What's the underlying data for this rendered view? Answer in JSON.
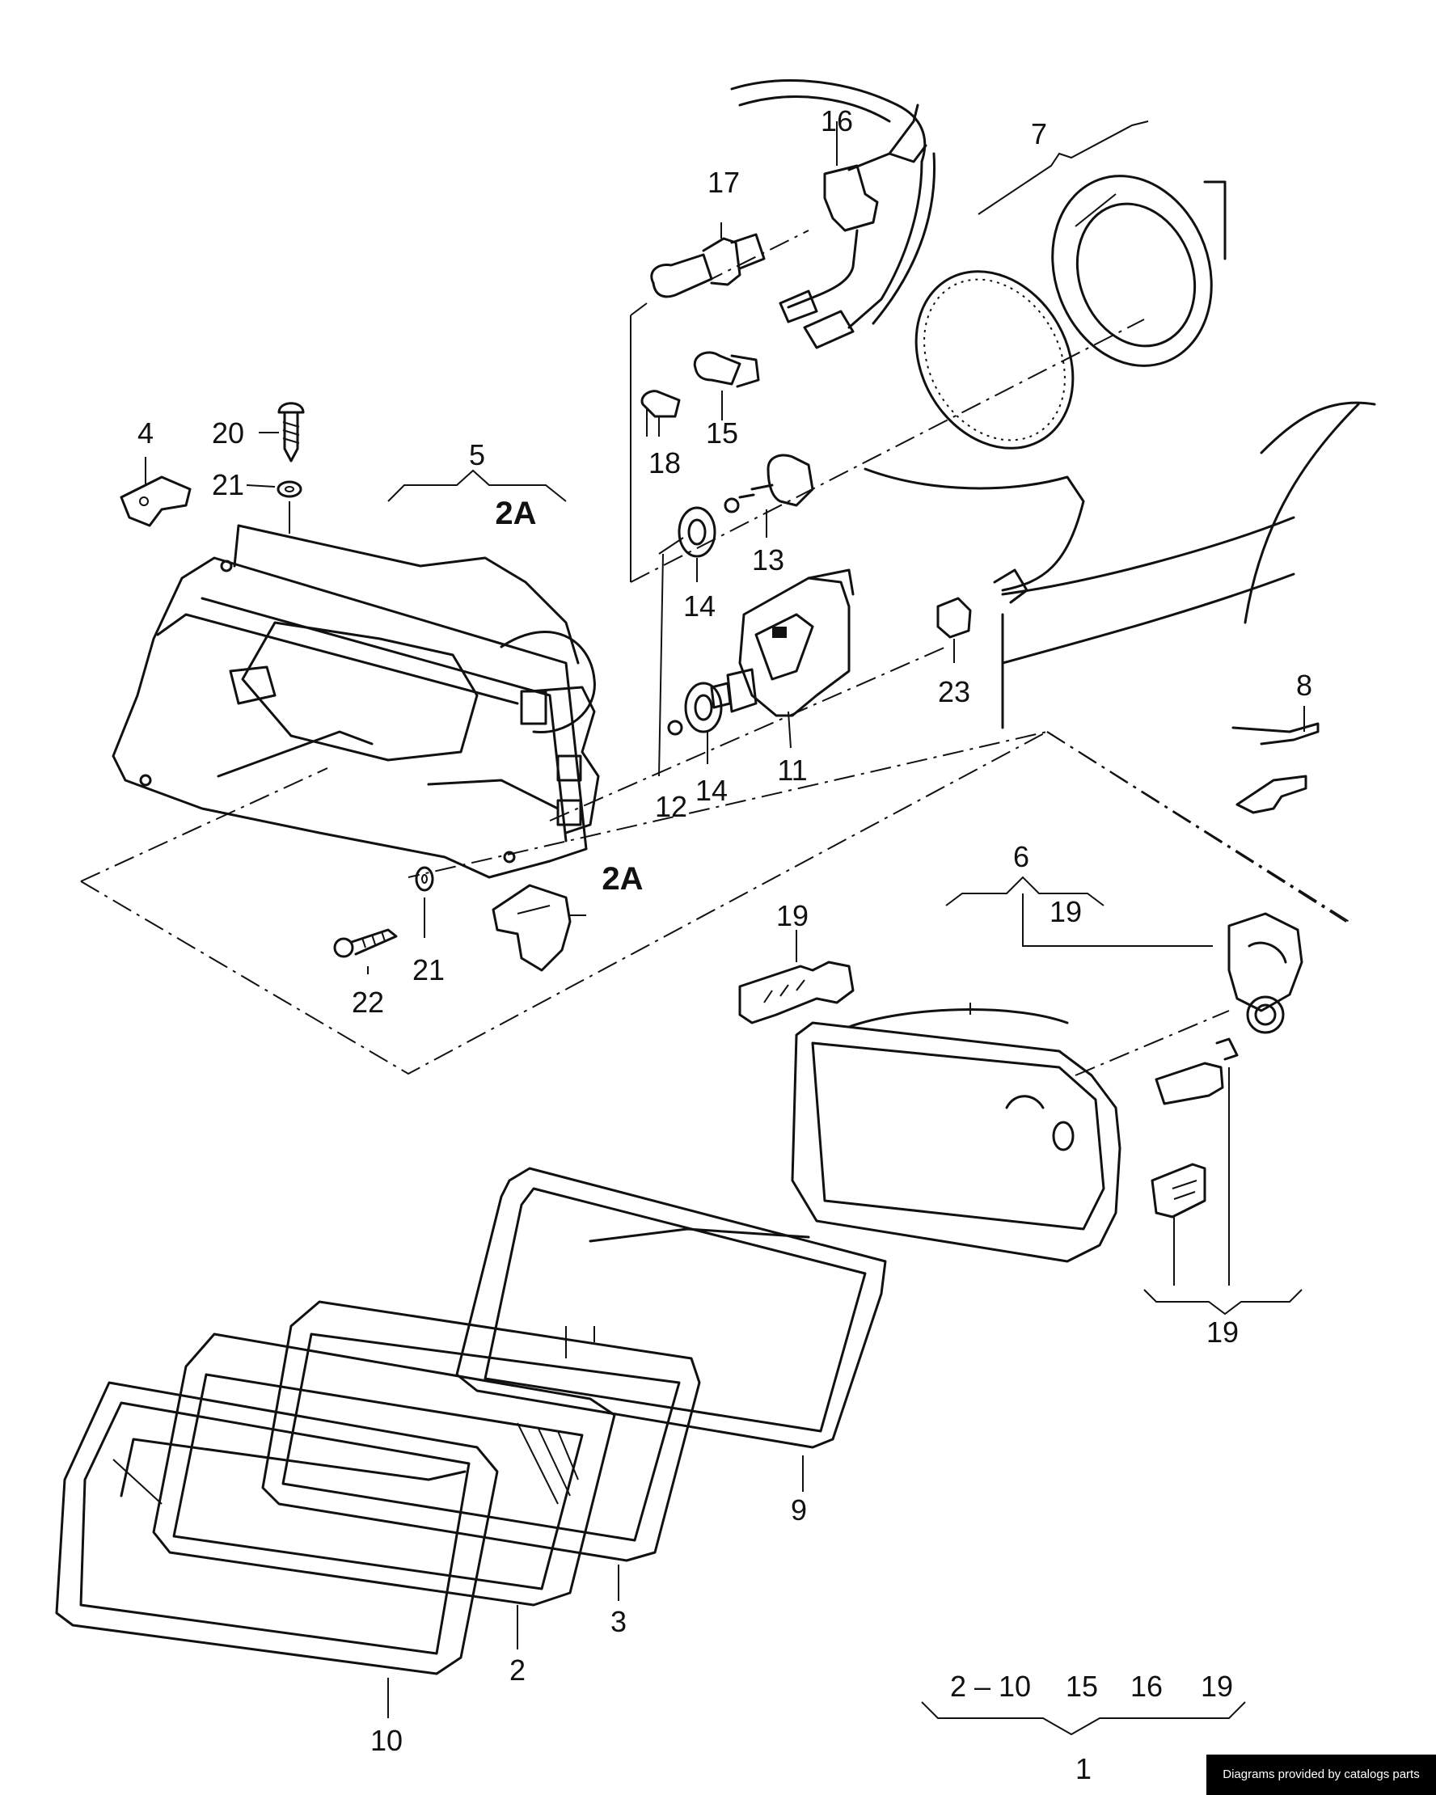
{
  "colors": {
    "ink": "#111111",
    "paper": "#ffffff",
    "credit_bg": "#000000",
    "credit_text": "#ffffff"
  },
  "labels": {
    "l1": "1",
    "l2": "2",
    "l2A_top": "2A",
    "l2A_clip": "2A",
    "l3": "3",
    "l4": "4",
    "l5": "5",
    "l6": "6",
    "l7": "7",
    "l8": "8",
    "l9": "9",
    "l10": "10",
    "l11": "11",
    "l12": "12",
    "l13": "13",
    "l14_upper": "14",
    "l14_lower": "14",
    "l15": "15",
    "l16": "16",
    "l17": "17",
    "l18": "18",
    "l19_group6": "19",
    "l19_bulb": "19",
    "l19_bottom": "19",
    "l20": "20",
    "l21_upper": "21",
    "l21_lower": "21",
    "l22": "22",
    "l23": "23",
    "sum_range": "2 – 10",
    "sum_15": "15",
    "sum_16": "16",
    "sum_19": "19"
  },
  "credit": "Diagrams provided by catalogs parts"
}
